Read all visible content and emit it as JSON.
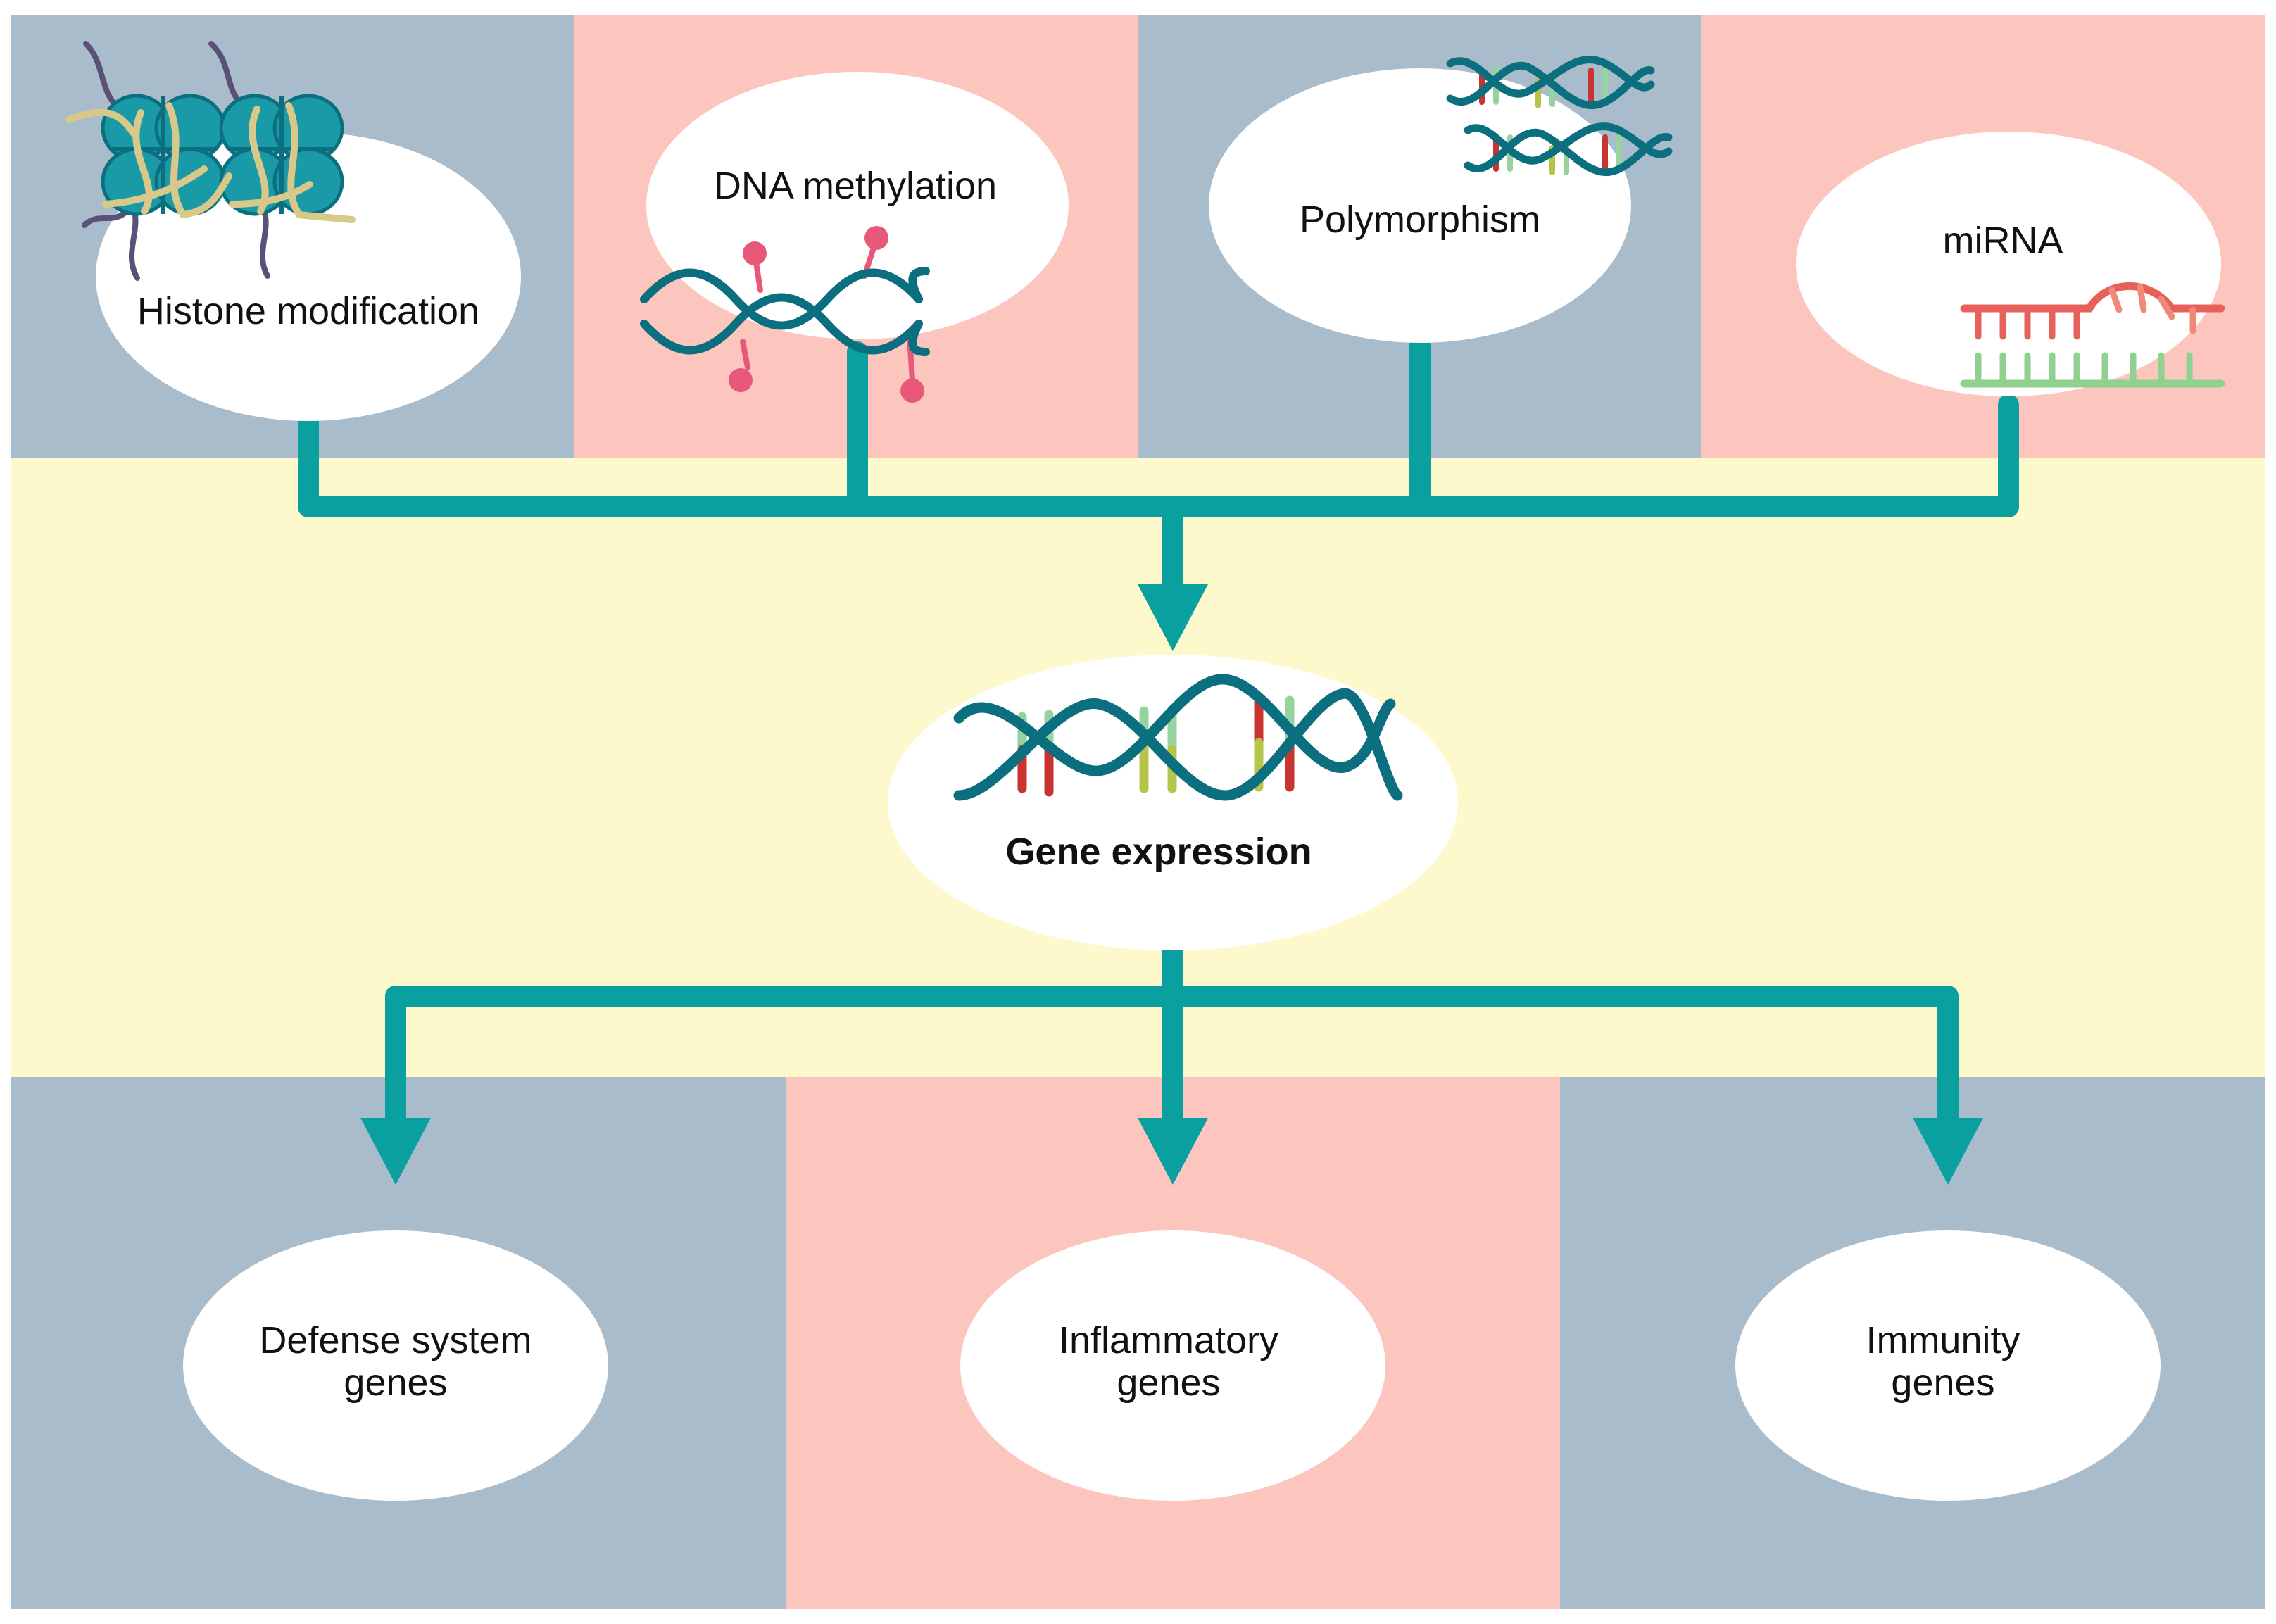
{
  "colors": {
    "blue_panel": "#a8bccb",
    "pink_panel": "#fcc6bf",
    "yellow_band": "#fdf9cc",
    "connector": "#0aa0a0",
    "helix": "#0b6f80",
    "nucleosome": "#1a9aa6",
    "methyl_dot": "#e8587a",
    "dna_tail": "#5a5078",
    "histone_strand": "#d8c88a",
    "base_red": "#c8342f",
    "base_green": "#97d39e",
    "base_olive": "#b7c44a",
    "mirna_strand": "#e8605a",
    "mirna_bottom": "#8fd28f"
  },
  "inputs": [
    {
      "id": "histone",
      "label": "Histone modification",
      "icon": "histone-icon"
    },
    {
      "id": "methylation",
      "label": "DNA methylation",
      "icon": "methylated-dna-icon"
    },
    {
      "id": "polymorphism",
      "label": "Polymorphism",
      "icon": "dna-helix-icon"
    },
    {
      "id": "mirna",
      "label": "miRNA",
      "icon": "mirna-icon"
    }
  ],
  "center": {
    "label": "Gene expression",
    "icon": "dna-helix-icon"
  },
  "outputs": [
    {
      "id": "defense",
      "lines": [
        "Defense system",
        "genes"
      ]
    },
    {
      "id": "inflammatory",
      "lines": [
        "Inflammatory",
        "genes"
      ]
    },
    {
      "id": "immunity",
      "lines": [
        "Immunity",
        "genes"
      ]
    }
  ]
}
